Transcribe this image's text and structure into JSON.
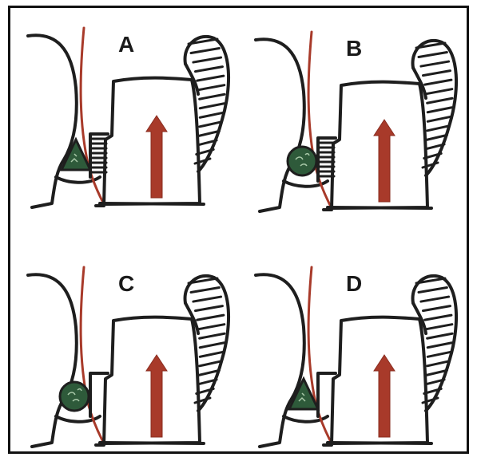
{
  "figure": {
    "panels": [
      {
        "id": "A",
        "label": "A",
        "seal_shape": "triangle",
        "seal_color": "#2e5a3a",
        "has_step_hatch": true
      },
      {
        "id": "B",
        "label": "B",
        "seal_shape": "circle",
        "seal_color": "#2e5a3a",
        "has_step_hatch": true
      },
      {
        "id": "C",
        "label": "C",
        "seal_shape": "circle",
        "seal_color": "#2e5a3a",
        "has_step_hatch": false
      },
      {
        "id": "D",
        "label": "D",
        "seal_shape": "triangle",
        "seal_color": "#2e5a3a",
        "has_step_hatch": false
      }
    ],
    "colors": {
      "ink": "#1e1e1e",
      "red": "#a83a2a",
      "seal": "#2e5a3a",
      "border": "#111111"
    }
  }
}
